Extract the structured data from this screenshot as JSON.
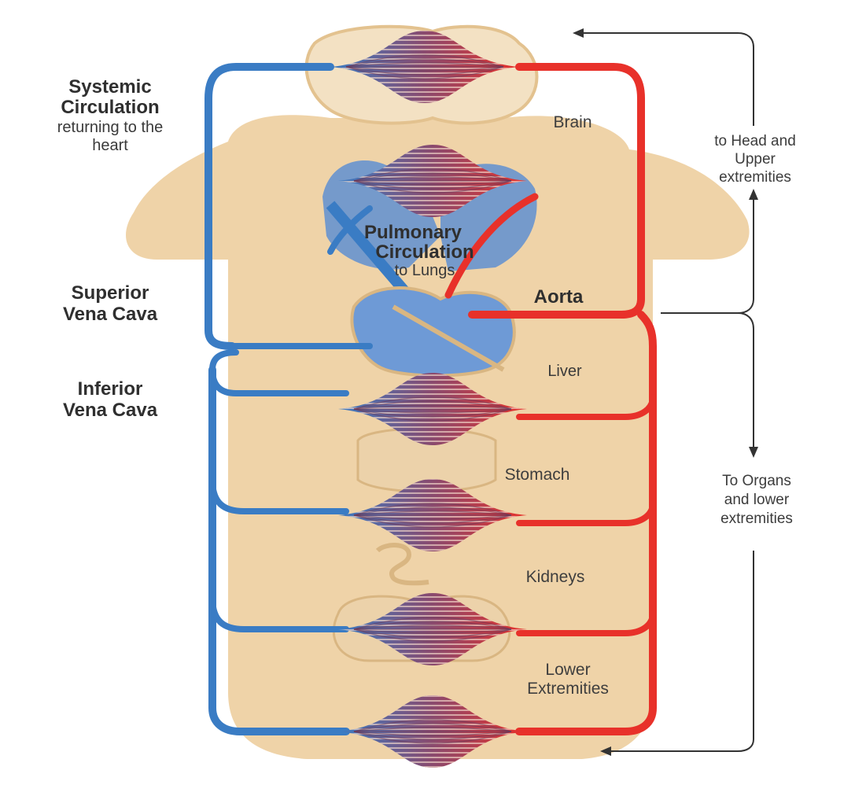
{
  "labels": {
    "systemic_l1": "Systemic",
    "systemic_l2": "Circulation",
    "systemic_l3": "returning to the",
    "systemic_l4": "heart",
    "superior_l1": "Superior",
    "superior_l2": "Vena Cava",
    "inferior_l1": "Inferior",
    "inferior_l2": "Vena Cava",
    "brain": "Brain",
    "pulmonary_l1": "Pulmonary",
    "pulmonary_l2": "Circulation",
    "pulmonary_l3": "to Lungs",
    "aorta": "Aorta",
    "liver": "Liver",
    "stomach": "Stomach",
    "kidneys": "Kidneys",
    "lower_l1": "Lower",
    "lower_l2": "Extremities",
    "head_l1": "to Head and",
    "head_l2": "Upper",
    "head_l3": "extremities",
    "organs_l1": "To Organs",
    "organs_l2": "and lower",
    "organs_l3": "extremities"
  },
  "colors": {
    "oxygenated": "#e8312a",
    "deoxygenated": "#3a7cc4",
    "body": "#efd3a8",
    "capillary": "#8a4a6e",
    "heart": "#6e9ad6"
  }
}
